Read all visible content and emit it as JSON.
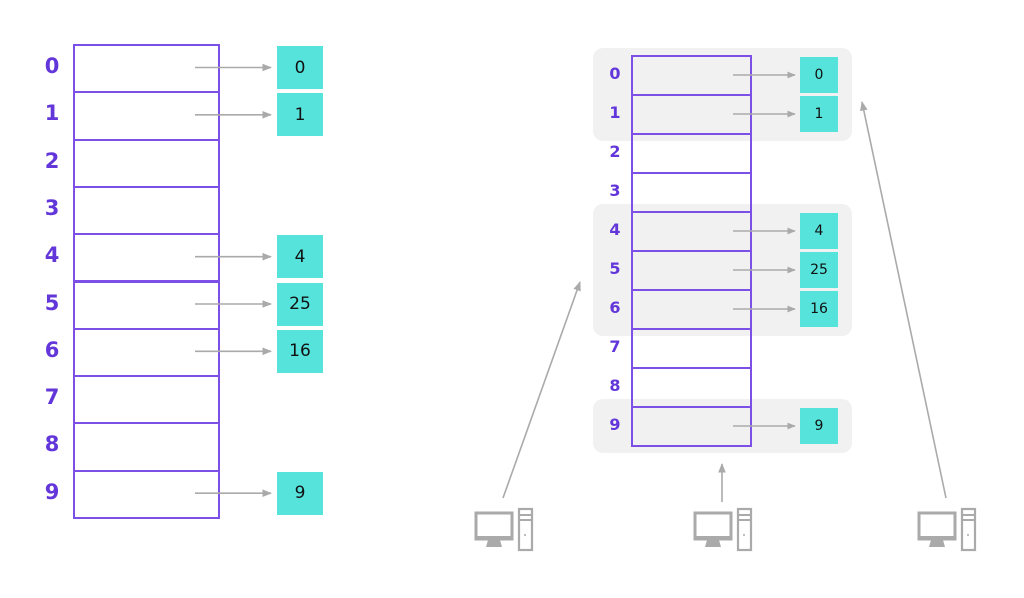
{
  "colors": {
    "index": "#6236d9",
    "table_border": "#7c4fe6",
    "value_box": "#56e3dc",
    "arrow": "#aaaaaa",
    "group_bg": "#f1f1f2"
  },
  "left_table": {
    "indices": [
      "0",
      "1",
      "2",
      "3",
      "4",
      "5",
      "6",
      "7",
      "8",
      "9"
    ],
    "entries": [
      {
        "index": 0,
        "value": "0"
      },
      {
        "index": 1,
        "value": "1"
      },
      {
        "index": 4,
        "value": "4"
      },
      {
        "index": 5,
        "value": "25"
      },
      {
        "index": 6,
        "value": "16"
      },
      {
        "index": 9,
        "value": "9"
      }
    ]
  },
  "right_table": {
    "indices": [
      "0",
      "1",
      "2",
      "3",
      "4",
      "5",
      "6",
      "7",
      "8",
      "9"
    ],
    "entries": [
      {
        "index": 0,
        "value": "0"
      },
      {
        "index": 1,
        "value": "1"
      },
      {
        "index": 4,
        "value": "4"
      },
      {
        "index": 5,
        "value": "25"
      },
      {
        "index": 6,
        "value": "16"
      },
      {
        "index": 9,
        "value": "9"
      }
    ],
    "groups": [
      {
        "rows": [
          0,
          1
        ]
      },
      {
        "rows": [
          4,
          5,
          6
        ]
      },
      {
        "rows": [
          9
        ]
      }
    ]
  },
  "clients": [
    {
      "icon": "computer-icon",
      "points_to_group": 1
    },
    {
      "icon": "computer-icon",
      "points_to_group": 2
    },
    {
      "icon": "computer-icon",
      "points_to_group": 0
    }
  ]
}
